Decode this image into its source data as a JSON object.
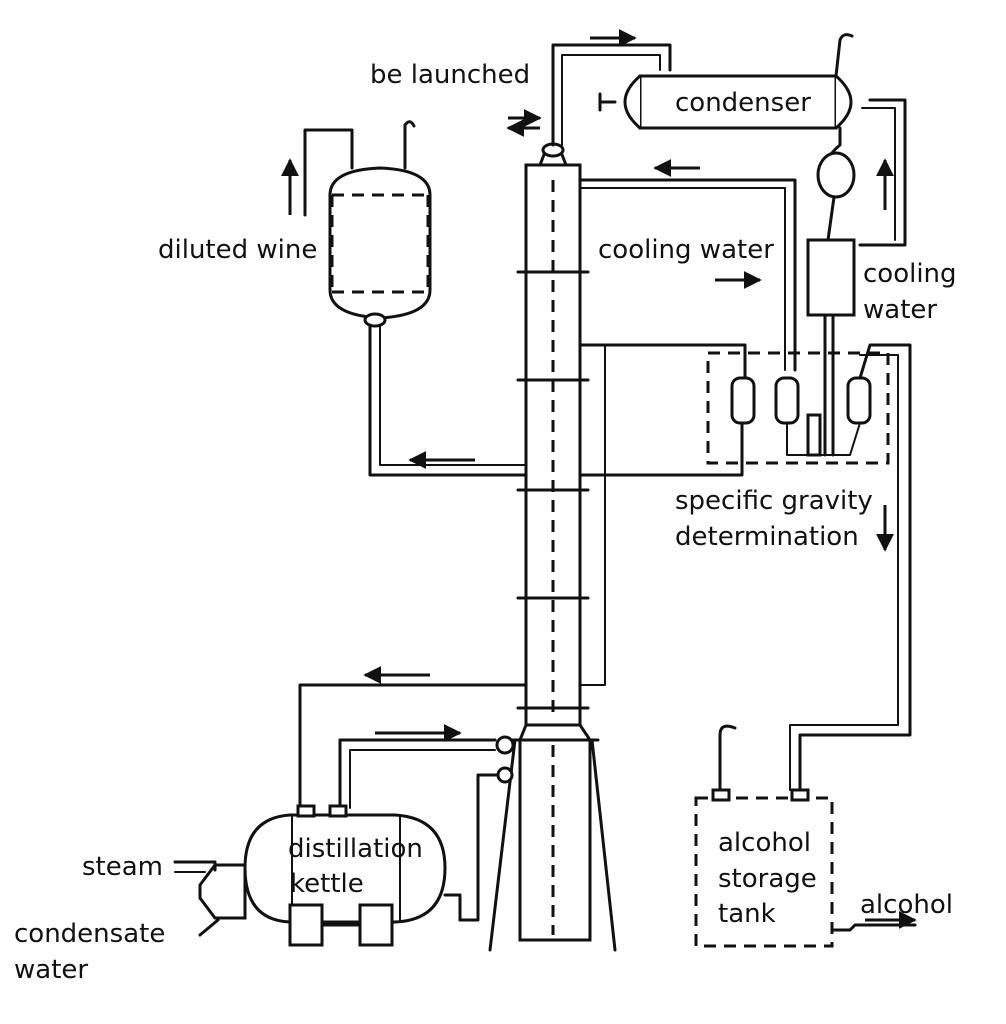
{
  "labels": {
    "be_launched": "be launched",
    "condenser": "condenser",
    "diluted_wine": "diluted wine",
    "cooling_water_1": "cooling water",
    "cooling_water_2_line1": "cooling",
    "cooling_water_2_line2": "water",
    "specific_gravity_line1": "specific gravity",
    "specific_gravity_line2": "determination",
    "distillation_line1": "distillation",
    "distillation_line2": "kettle",
    "steam": "steam",
    "condensate_line1": "condensate",
    "condensate_line2": "water",
    "alcohol_storage_line1": "alcohol",
    "alcohol_storage_line2": "storage",
    "alcohol_storage_line3": "tank",
    "alcohol": "alcohol"
  }
}
